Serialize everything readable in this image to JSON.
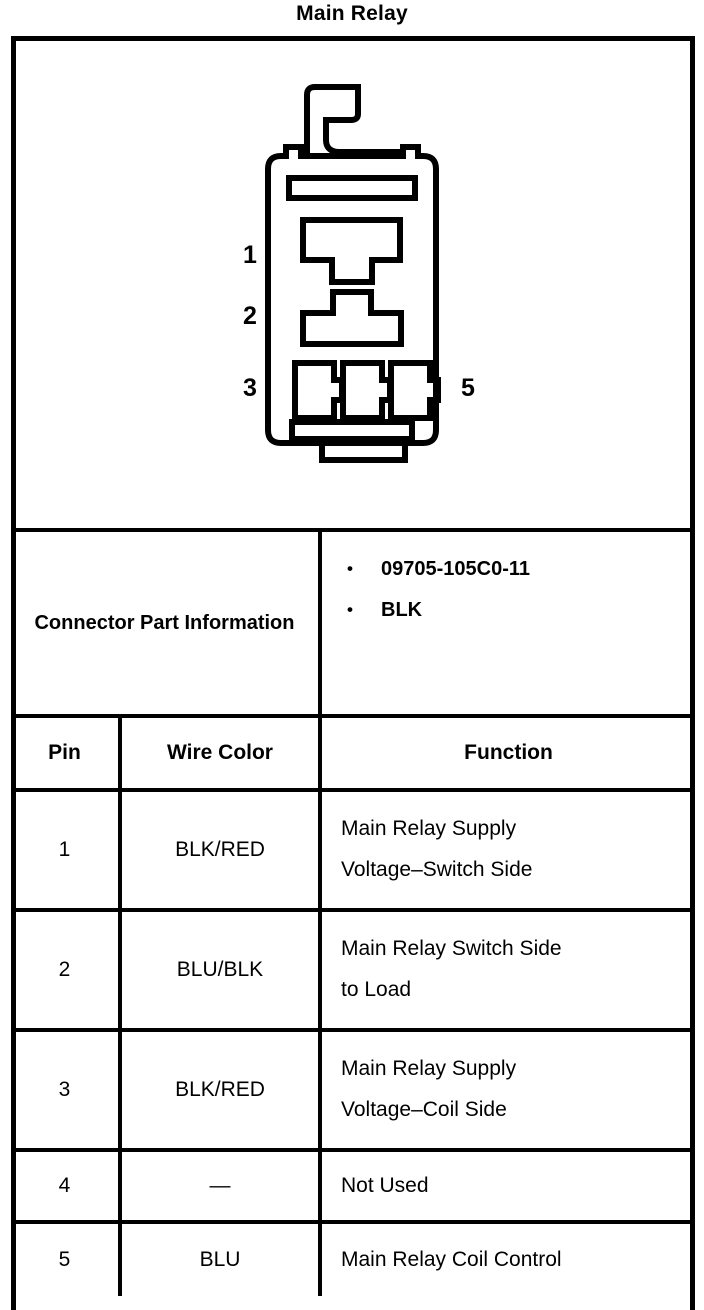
{
  "title": "Main Relay",
  "diagram": {
    "name": "relay-connector-face-view",
    "pin_labels": [
      {
        "text": "1",
        "side": "left"
      },
      {
        "text": "2",
        "side": "left"
      },
      {
        "text": "3",
        "side": "left"
      },
      {
        "text": "5",
        "side": "right"
      }
    ]
  },
  "connector_part_information": {
    "label": "Connector Part Information",
    "items": [
      "09705-105C0-11",
      "BLK"
    ],
    "bullet_glyph": "•"
  },
  "pin_table": {
    "headers": {
      "pin": "Pin",
      "wire_color": "Wire Color",
      "function": "Function"
    },
    "rows": [
      {
        "pin": "1",
        "wire_color": "BLK/RED",
        "function_line1": "Main Relay Supply",
        "function_line2": "Voltage–Switch Side"
      },
      {
        "pin": "2",
        "wire_color": "BLU/BLK",
        "function_line1": "Main Relay Switch Side",
        "function_line2": "to Load"
      },
      {
        "pin": "3",
        "wire_color": "BLK/RED",
        "function_line1": "Main Relay Supply",
        "function_line2": "Voltage–Coil Side"
      },
      {
        "pin": "4",
        "wire_color": "—",
        "function_line1": "Not Used",
        "function_line2": ""
      },
      {
        "pin": "5",
        "wire_color": "BLU",
        "function_line1": "Main Relay Coil Control",
        "function_line2": ""
      }
    ]
  },
  "colors": {
    "ink": "#000000",
    "background": "#ffffff"
  }
}
